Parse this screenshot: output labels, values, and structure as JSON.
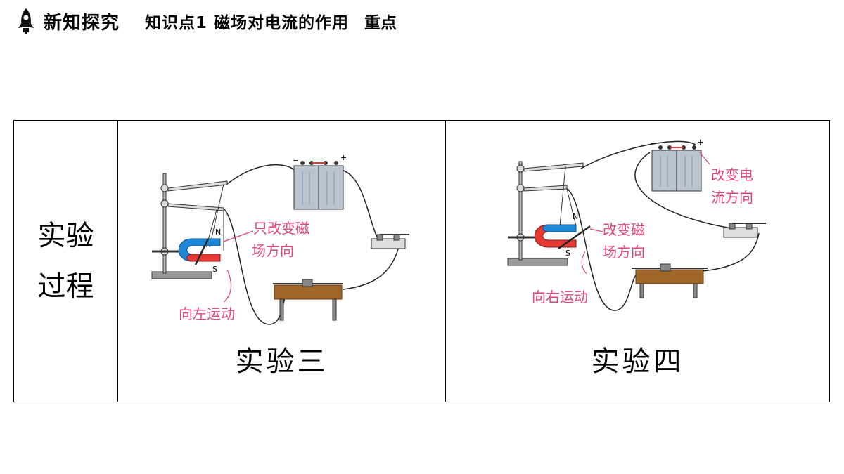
{
  "header": {
    "section_title": "新知探究",
    "topic_title": "知识点1  磁场对电流的作用",
    "key_tag": "重点"
  },
  "table": {
    "row_label_line1": "实验",
    "row_label_line2": "过程",
    "experiment3": {
      "caption": "实验三",
      "annotation_change_line1": "只改变磁",
      "annotation_change_line2": "场方向",
      "annotation_motion": "向左运动",
      "pole_n": "N",
      "pole_s": "S",
      "battery_minus": "−",
      "battery_plus": "+"
    },
    "experiment4": {
      "caption": "实验四",
      "annotation_current_line1": "改变电",
      "annotation_current_line2": "流方向",
      "annotation_field_line1": "改变磁",
      "annotation_field_line2": "场方向",
      "annotation_motion": "向右运动",
      "pole_n": "N",
      "pole_s": "S",
      "battery_minus": "−",
      "battery_plus": "+"
    }
  },
  "colors": {
    "annotation": "#e0457b",
    "magnet_blue": "#1e88d6",
    "magnet_red": "#e53935",
    "battery": "#b9c4cf",
    "rheostat_coil": "#a0662a"
  }
}
